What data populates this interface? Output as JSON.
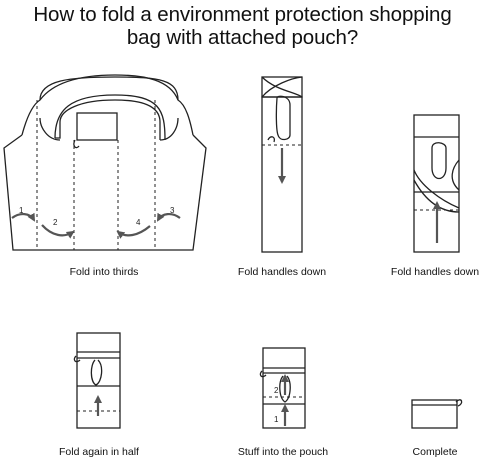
{
  "title": {
    "line1": "How to fold a environment protection shopping",
    "line2": "bag with attached pouch?"
  },
  "steps": [
    {
      "caption": "Fold into thirds",
      "icon": "bag-unfolded-diagram",
      "fold_numbers": [
        "1",
        "2",
        "4",
        "3"
      ]
    },
    {
      "caption": "Fold handles down",
      "icon": "bag-folded-thirds-diagram"
    },
    {
      "caption": "Fold handles down",
      "icon": "bag-handles-folded-diagram"
    },
    {
      "caption": "Fold again in half",
      "icon": "bag-fold-half-diagram"
    },
    {
      "caption": "Stuff into the pouch",
      "icon": "bag-into-pouch-diagram",
      "fold_numbers": [
        "2",
        "1"
      ]
    },
    {
      "caption": "Complete",
      "icon": "completed-pouch-diagram"
    }
  ],
  "colors": {
    "stroke": "#222222",
    "arrow": "#555555"
  }
}
